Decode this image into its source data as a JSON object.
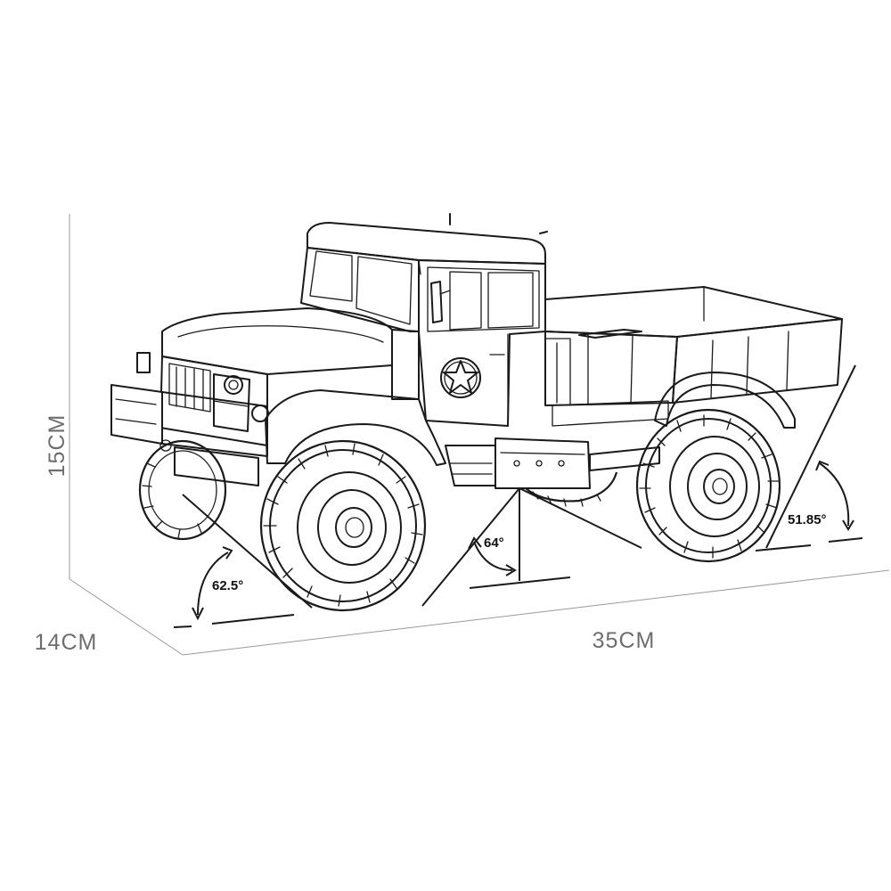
{
  "dimensions": {
    "height": "15CM",
    "width": "14CM",
    "length": "35CM"
  },
  "angles": {
    "approach": "62.5°",
    "breakover": "64°",
    "departure": "51.85°"
  },
  "icons": {
    "door_emblem": "star-in-circle-icon"
  },
  "colors": {
    "line": "#1a1a1a",
    "dimension_text": "#6e6e6e",
    "guide": "#9a9a9a"
  }
}
